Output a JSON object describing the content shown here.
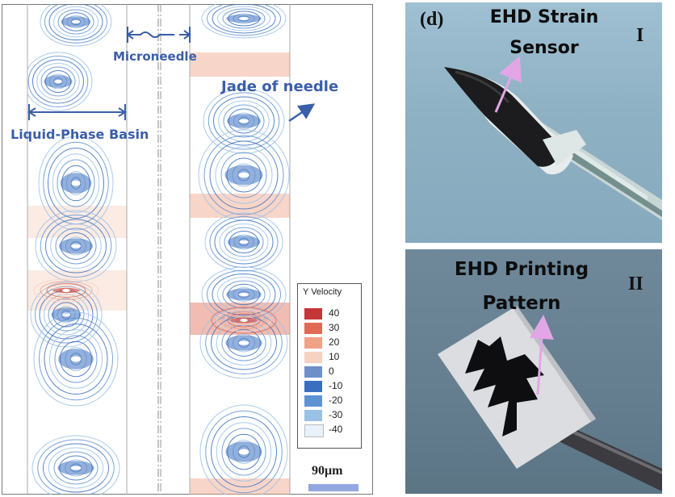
{
  "left_panel": {
    "labels": {
      "microneedle": "Microneedle",
      "jade_of_needle": "Jade of needle",
      "liquid_phase_basin": "Liquid-Phase Basin"
    },
    "legend": {
      "title": "Y Velocity",
      "entries": [
        {
          "value": "40",
          "color": "#c5363a"
        },
        {
          "value": "30",
          "color": "#df6a55"
        },
        {
          "value": "20",
          "color": "#f0a287"
        },
        {
          "value": "10",
          "color": "#f6d2c2"
        },
        {
          "value": "0",
          "color": "#6f8fc8"
        },
        {
          "value": "-10",
          "color": "#3a6fc0"
        },
        {
          "value": "-20",
          "color": "#5f92d2"
        },
        {
          "value": "-30",
          "color": "#9cc1e6"
        },
        {
          "value": "-40",
          "color": "#e9f1fb"
        }
      ]
    },
    "scale_bar": {
      "label": "90μm"
    }
  },
  "right_panels": {
    "top": {
      "tag": "(d)",
      "title_line1": "EHD Strain",
      "title_line2": "Sensor",
      "numeral": "I"
    },
    "bottom": {
      "title_line1": "EHD Printing",
      "title_line2": "Pattern",
      "numeral": "II"
    }
  }
}
